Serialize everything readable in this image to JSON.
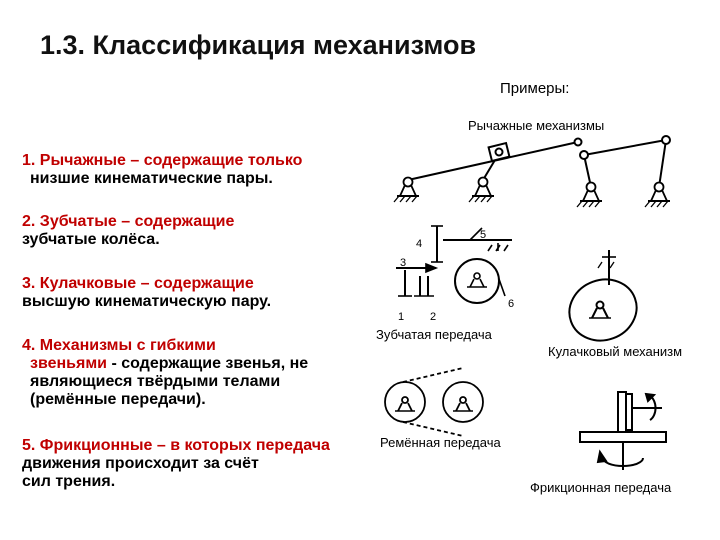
{
  "title": "1.3. Классификация механизмов",
  "examples_label": "Примеры:",
  "classes": [
    {
      "num": "1.",
      "name": "Рычажные",
      "desc_line1": "– содержащие только",
      "desc_line2": "низшие кинематические пары."
    },
    {
      "num": "2.",
      "name": "Зубчатые",
      "desc_line1": "– содержащие",
      "desc_line2": "зубчатые колёса."
    },
    {
      "num": "3.",
      "name": "Кулачковые",
      "desc_line1": "– содержащие",
      "desc_line2": "высшую кинематическую пару."
    },
    {
      "num": "4.",
      "name": "Механизмы с гибкими",
      "desc_line1": "звеньями",
      "desc_line2": "- содержащие звенья, не",
      "desc_line3": "являющиеся твёрдыми телами",
      "desc_line4": "(ремённые передачи)."
    },
    {
      "num": "5.",
      "name": "Фрикционные",
      "desc_line1": "– в которых передача",
      "desc_line2": "движения происходит за счёт",
      "desc_line3": "сил трения."
    }
  ],
  "captions": {
    "lever": "Рычажные механизмы",
    "gear": "Зубчатая передача",
    "cam": "Кулачковый механизм",
    "belt": "Ремённая передача",
    "friction": "Фрикционная передача"
  },
  "gear_labels": [
    "1",
    "2",
    "3",
    "4",
    "5",
    "6"
  ]
}
